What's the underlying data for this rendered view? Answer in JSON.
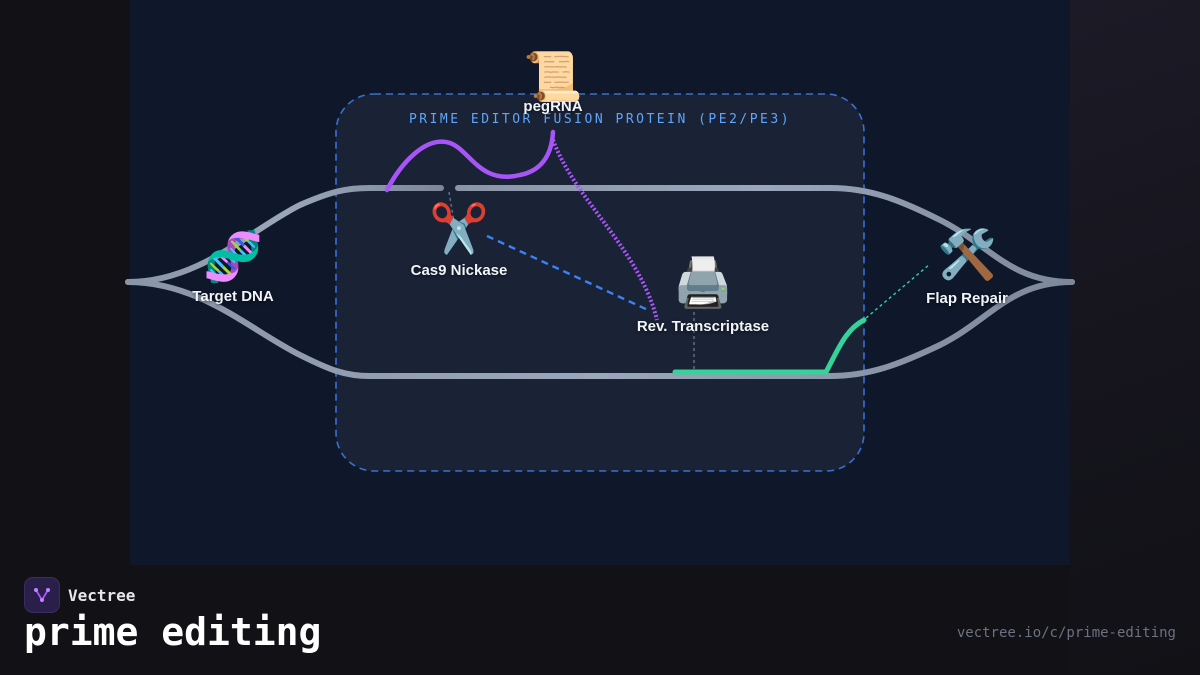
{
  "diagram": {
    "box_label": "PRIME EDITOR FUSION PROTEIN (PE2/PE3)",
    "nodes": {
      "target_dna": {
        "label": "Target DNA",
        "icon": "dna-icon",
        "glyph": "🧬"
      },
      "pegrna": {
        "label": "pegRNA",
        "icon": "scroll-icon",
        "glyph": "📜"
      },
      "cas9": {
        "label": "Cas9 Nickase",
        "icon": "scissors-icon",
        "glyph": "✂️"
      },
      "rt": {
        "label": "Rev. Transcriptase",
        "icon": "printer-icon",
        "glyph": "🖨️"
      },
      "flap": {
        "label": "Flap Repair",
        "icon": "tools-icon",
        "glyph": "🛠️"
      }
    },
    "colors": {
      "dna_strand": "#8a95a8",
      "pegrna": "#a855f7",
      "cas9_link": "#3b82f6",
      "new_dna": "#34d399",
      "box_border": "#3b6fd1",
      "box_label": "#60a5fa"
    }
  },
  "footer": {
    "brand": "Vectree",
    "title": "prime editing",
    "url": "vectree.io/c/prime-editing"
  }
}
